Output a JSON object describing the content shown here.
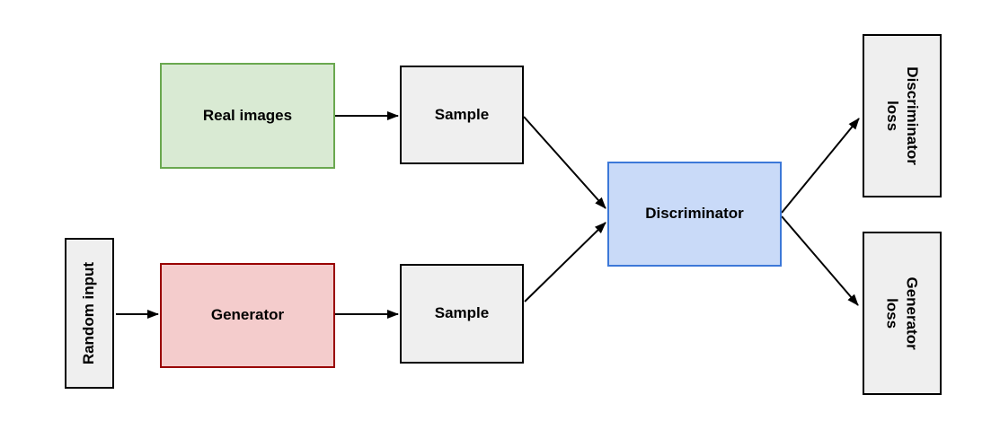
{
  "diagram_type": "flowchart",
  "nodes": {
    "real_images": {
      "label": "Real images",
      "fill": "#d9ead3",
      "border": "#6aa84f",
      "text_color": "#000000"
    },
    "sample_top": {
      "label": "Sample",
      "fill": "#efefef",
      "border": "#000000",
      "text_color": "#000000"
    },
    "random_input": {
      "label": "Random input",
      "fill": "#efefef",
      "border": "#000000",
      "text_color": "#000000",
      "text_rotation": "counter-clockwise"
    },
    "generator": {
      "label": "Generator",
      "fill": "#f4cccc",
      "border": "#990000",
      "text_color": "#000000"
    },
    "sample_bottom": {
      "label": "Sample",
      "fill": "#efefef",
      "border": "#000000",
      "text_color": "#000000"
    },
    "discriminator": {
      "label": "Discriminator",
      "fill": "#c9daf8",
      "border": "#3c78d8",
      "text_color": "#000000"
    },
    "discriminator_loss": {
      "label": "Discriminator\nloss",
      "fill": "#efefef",
      "border": "#000000",
      "text_color": "#000000",
      "text_rotation": "clockwise"
    },
    "generator_loss": {
      "label": "Generator\nloss",
      "fill": "#efefef",
      "border": "#000000",
      "text_color": "#000000",
      "text_rotation": "clockwise"
    }
  },
  "edges": [
    {
      "from": "real_images",
      "to": "sample_top"
    },
    {
      "from": "random_input",
      "to": "generator"
    },
    {
      "from": "generator",
      "to": "sample_bottom"
    },
    {
      "from": "sample_top",
      "to": "discriminator"
    },
    {
      "from": "sample_bottom",
      "to": "discriminator"
    },
    {
      "from": "discriminator",
      "to": "discriminator_loss"
    },
    {
      "from": "discriminator",
      "to": "generator_loss"
    }
  ],
  "arrow_color": "#000000"
}
